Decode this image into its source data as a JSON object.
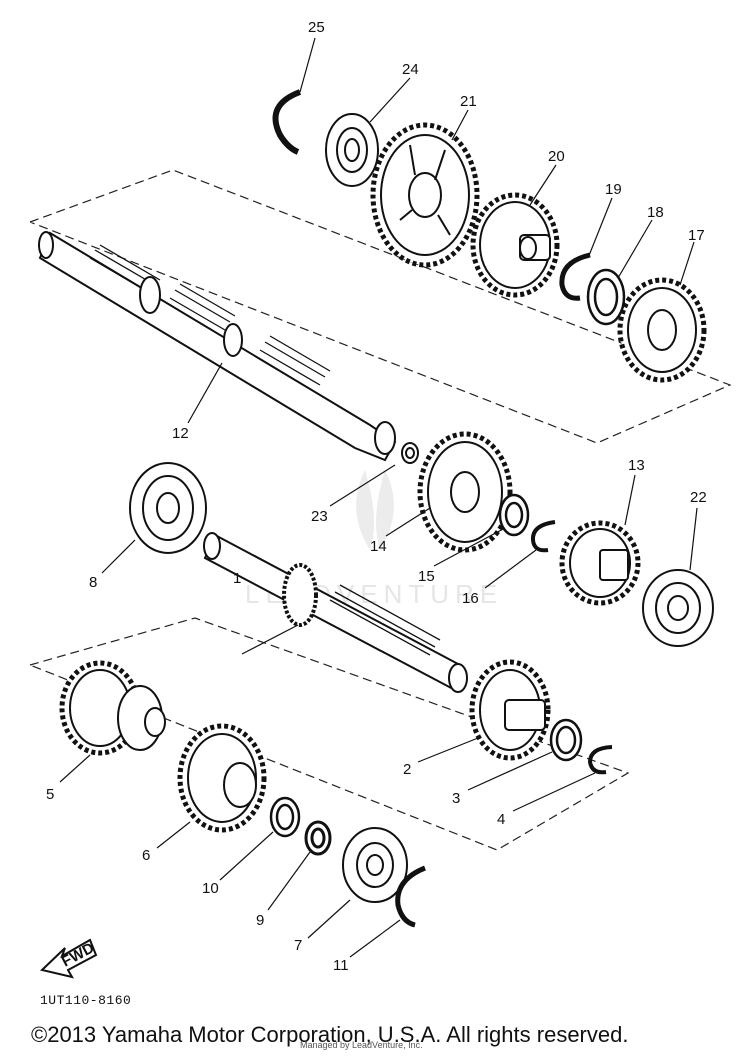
{
  "diagram": {
    "callouts": [
      "1",
      "2",
      "3",
      "4",
      "5",
      "6",
      "7",
      "8",
      "9",
      "10",
      "11",
      "12",
      "13",
      "14",
      "15",
      "16",
      "17",
      "18",
      "19",
      "20",
      "21",
      "22",
      "23",
      "24",
      "25"
    ],
    "direction_label": "FWD",
    "part_code": "1UT110-8160",
    "watermark": "LEADVENTURE",
    "footer": {
      "copyright": "©2013 Yamaha Motor Corporation, U.S.A. All rights reserved.",
      "sub": "Managed by LeadVenture, Inc."
    }
  }
}
